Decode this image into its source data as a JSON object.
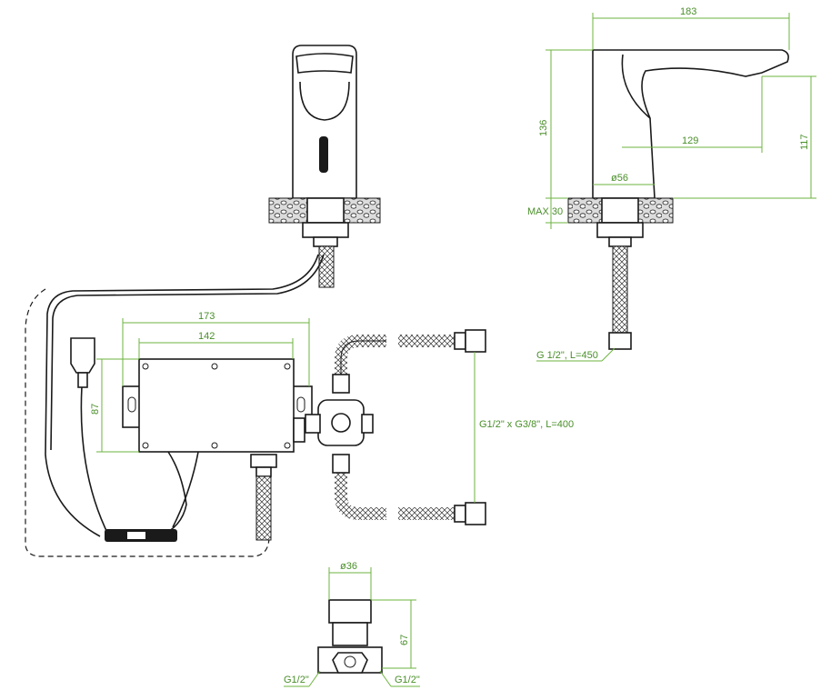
{
  "side_view": {
    "width": "183",
    "height": "136",
    "reach": "129",
    "spout_height": "117",
    "base_diameter": "ø56",
    "max_counter": "MAX 30",
    "hose": "G 1/2\", L=450"
  },
  "control_box": {
    "bracket_width": "173",
    "box_width": "142",
    "height": "87"
  },
  "supply_hoses": {
    "label": "G1/2\" x G3/8\", L=400"
  },
  "valve": {
    "diameter": "ø36",
    "height": "67",
    "inlet": "G1/2\"",
    "outlet": "G1/2\""
  },
  "colors": {
    "dimension": "#6db33f",
    "line": "#1a1a1a"
  }
}
